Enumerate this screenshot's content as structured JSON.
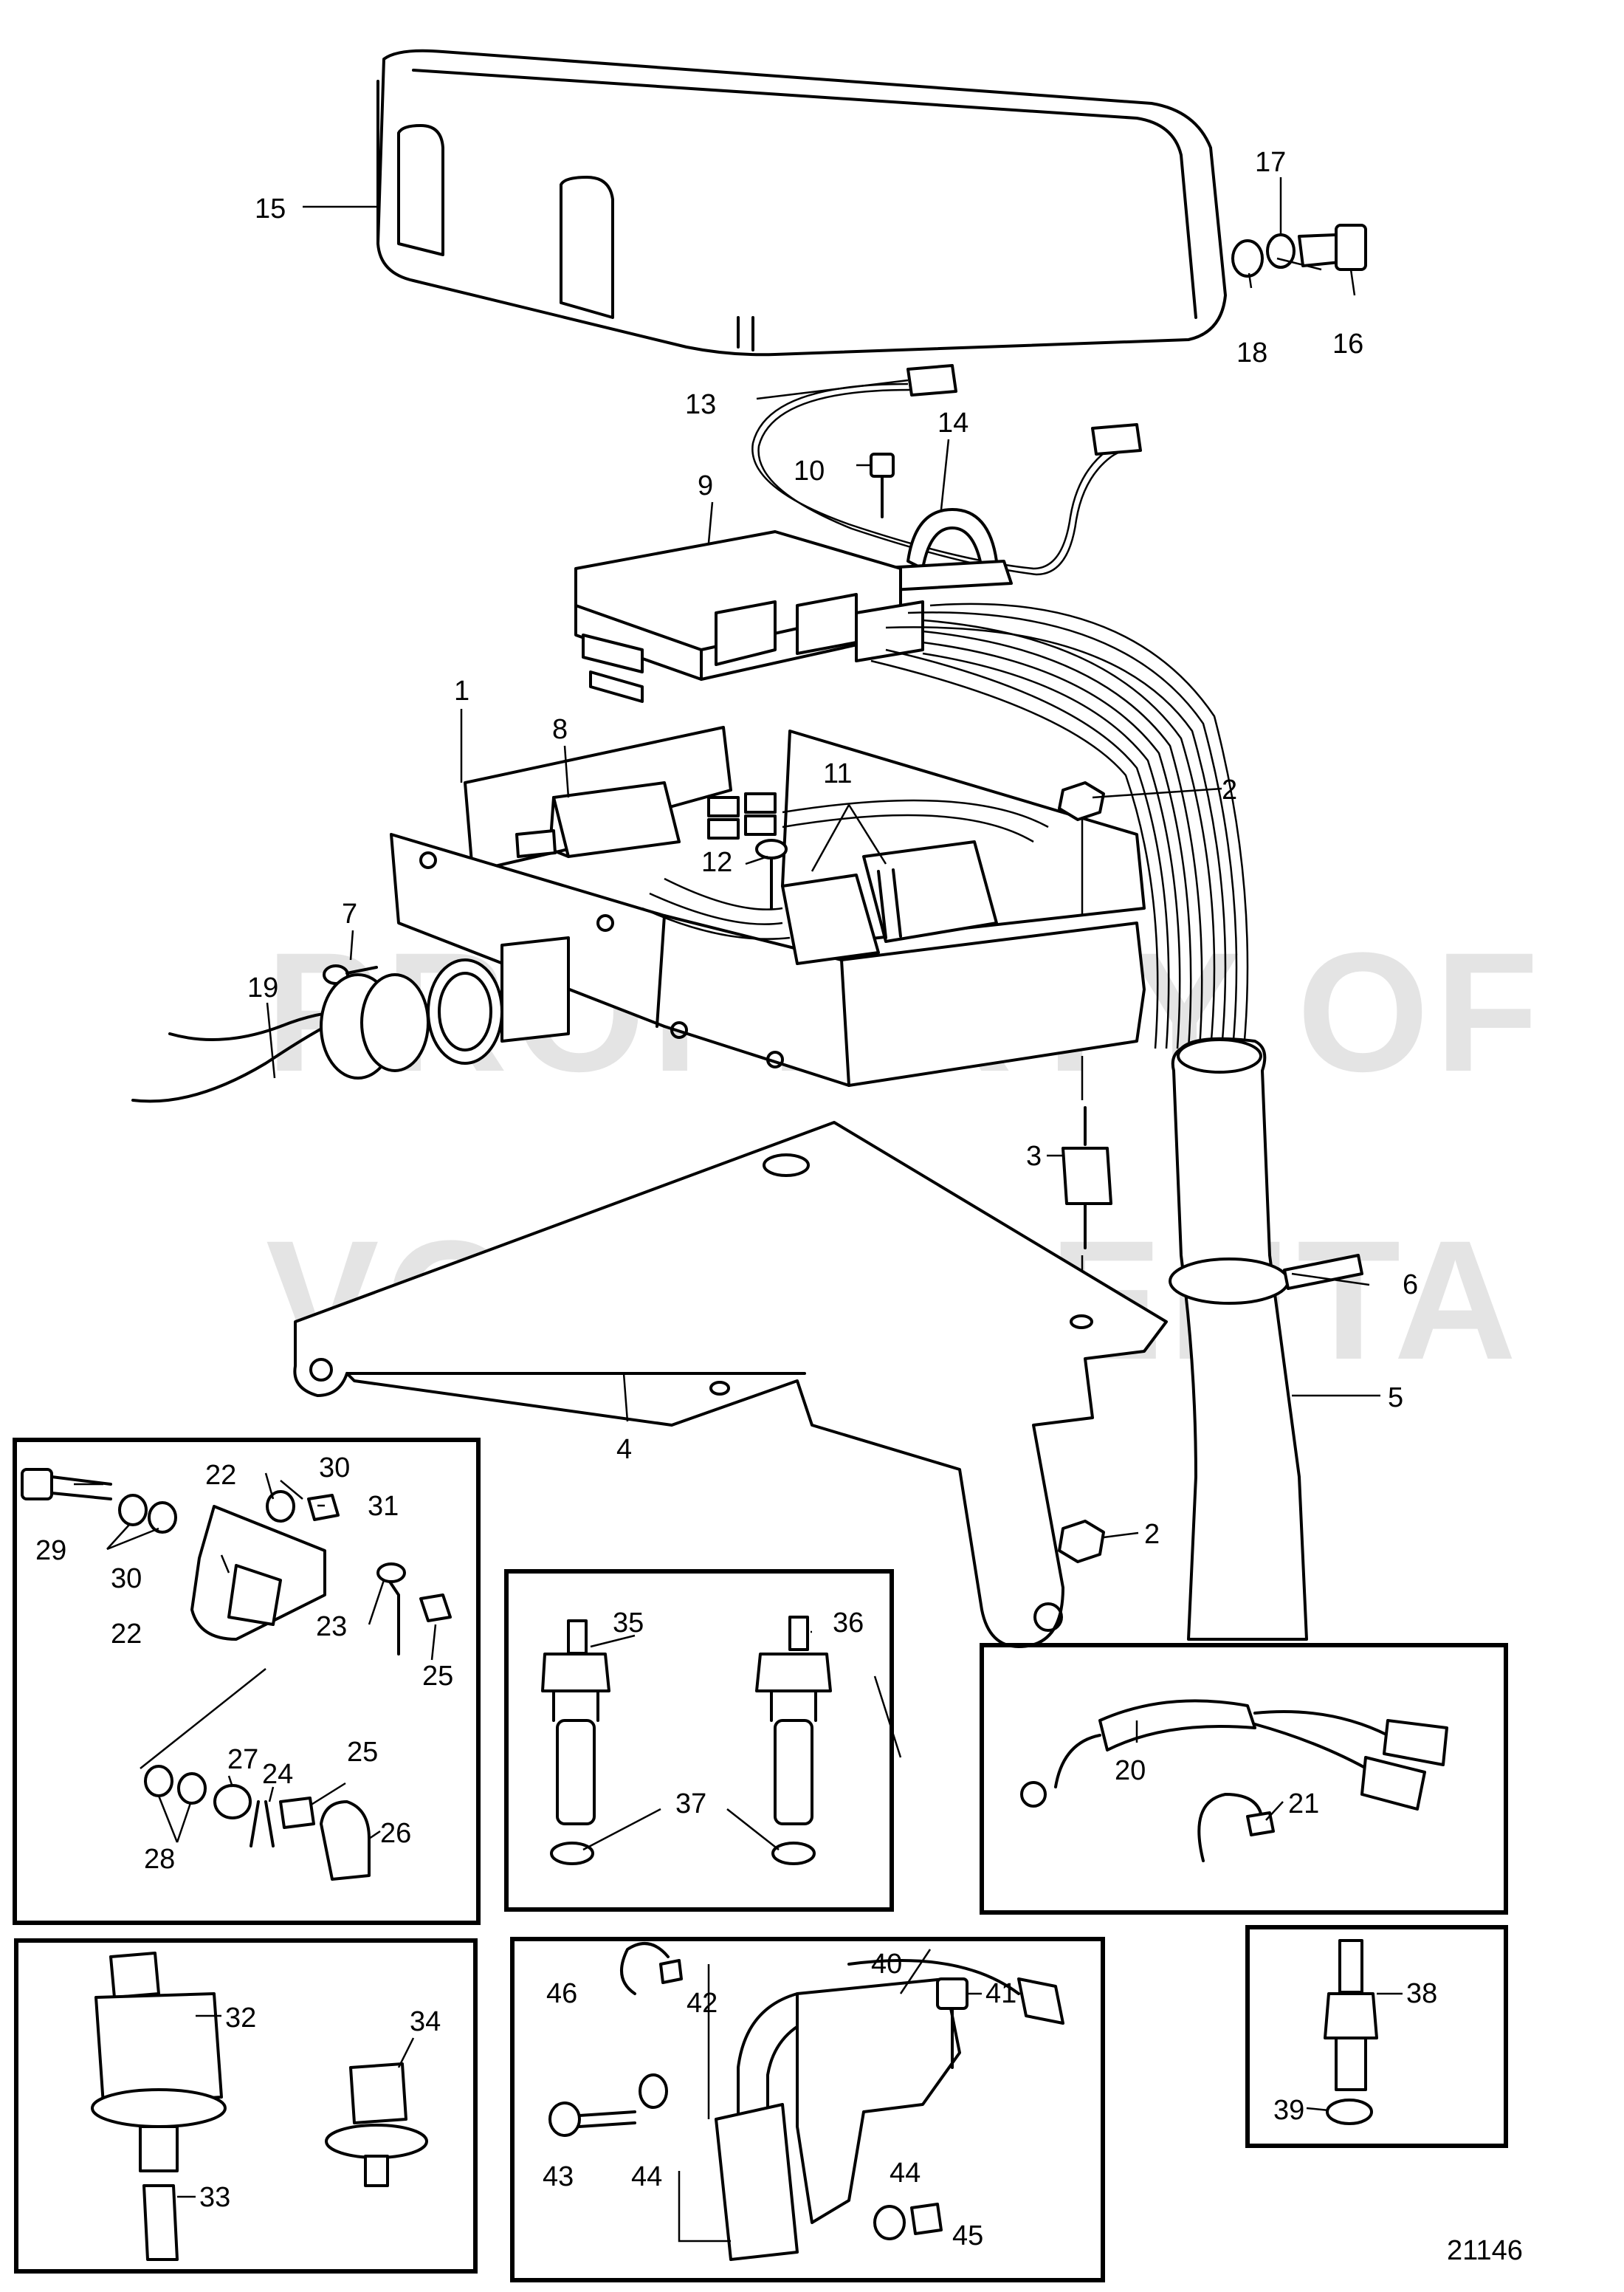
{
  "drawing_number": "21146",
  "watermark": {
    "line1": "PROPERTY OF",
    "line2": "VOLVO PENTA"
  },
  "callouts": {
    "c1": "1",
    "c2a": "2",
    "c2b": "2",
    "c3": "3",
    "c4": "4",
    "c5": "5",
    "c6": "6",
    "c7": "7",
    "c8": "8",
    "c9": "9",
    "c10": "10",
    "c11": "11",
    "c12": "12",
    "c13": "13",
    "c14": "14",
    "c15": "15",
    "c16": "16",
    "c17": "17",
    "c18": "18",
    "c19": "19",
    "c20": "20",
    "c21": "21",
    "c22a": "22",
    "c22b": "22",
    "c23": "23",
    "c24": "24",
    "c25a": "25",
    "c25b": "25",
    "c26": "26",
    "c27": "27",
    "c28": "28",
    "c29": "29",
    "c30a": "30",
    "c30b": "30",
    "c31": "31",
    "c32": "32",
    "c33": "33",
    "c34": "34",
    "c35": "35",
    "c36": "36",
    "c37": "37",
    "c38": "38",
    "c39": "39",
    "c40": "40",
    "c41": "41",
    "c42": "42",
    "c43": "43",
    "c44a": "44",
    "c44b": "44",
    "c45": "45",
    "c46": "46"
  }
}
